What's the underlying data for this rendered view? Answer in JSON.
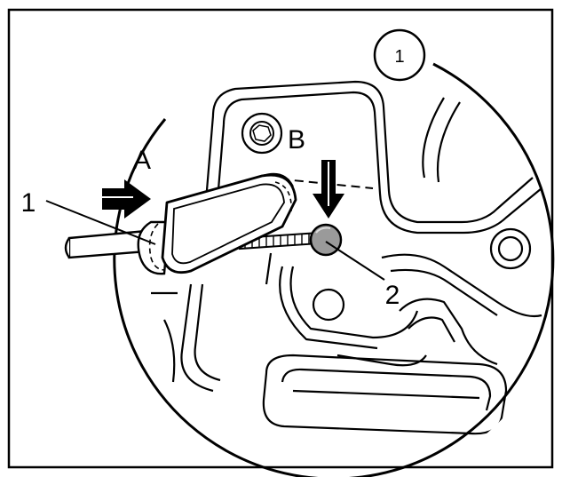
{
  "diagram": {
    "callout_number": "1",
    "labels": {
      "A": "A",
      "B": "B",
      "part_1": "1",
      "part_2": "2"
    }
  },
  "colors": {
    "line": "#000000",
    "pin_fill": "#9a9a9a",
    "background": "#ffffff"
  }
}
